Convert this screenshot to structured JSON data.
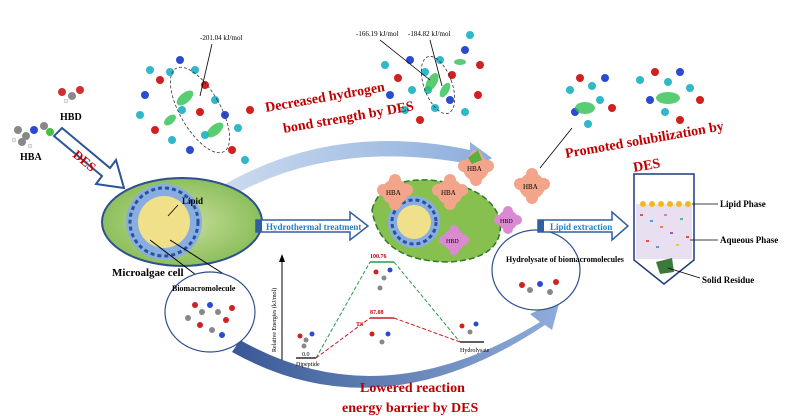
{
  "labels": {
    "hbd": "HBD",
    "hba": "HBA",
    "des_arrow": "DES",
    "lipid": "Lipid",
    "microalgae_cell": "Microalgae cell",
    "biomacromolecule": "Biomacromolecule",
    "hydrothermal_treatment": "Hydrothermal treatment",
    "hydrolysate": "Hydrolysate of biomacromolecules",
    "lipid_extraction": "Lipid extraction",
    "lipid_phase": "Lipid Phase",
    "aqueous_phase": "Aqueous Phase",
    "solid_residue": "Solid Residue",
    "energy_1": "-201.04 kJ/mol",
    "energy_2": "-166.19 kJ/mol",
    "energy_3": "-184.82 kJ/mol",
    "decreased_hb_line1": "Decreased hydrogen",
    "decreased_hb_line2": "bond strength by DES",
    "promoted_line1": "Promoted solubilization by",
    "promoted_line2": "DES",
    "lowered_line1": "Lowered reaction",
    "lowered_line2": "energy barrier by DES",
    "energy_axis": "Relative Energies (kJ/mol)",
    "dipeptide": "Dipeptide",
    "hydrolysate_small": "Hydrolysate",
    "barrier_high": "100.76",
    "barrier_low": "87.08",
    "zero_level": "0.0",
    "ts_label": "TS",
    "hba_tag": "HBA",
    "hbd_tag": "HBD"
  }
}
